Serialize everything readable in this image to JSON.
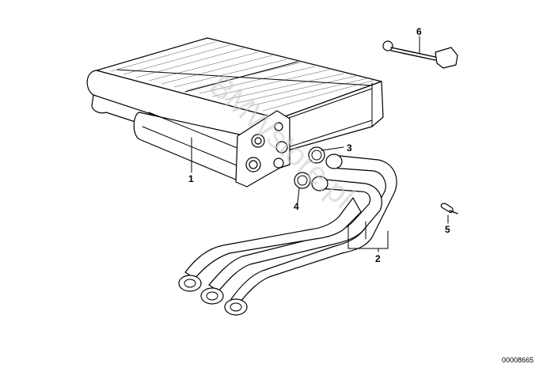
{
  "callouts": {
    "c1": "1",
    "c2": "2",
    "c3": "3",
    "c4": "4",
    "c5": "5",
    "c6": "6"
  },
  "part_number": "00008665",
  "watermark": "BMWstore.pl",
  "colors": {
    "line": "#000000",
    "background": "#ffffff",
    "watermark": "#c8c8c8"
  }
}
